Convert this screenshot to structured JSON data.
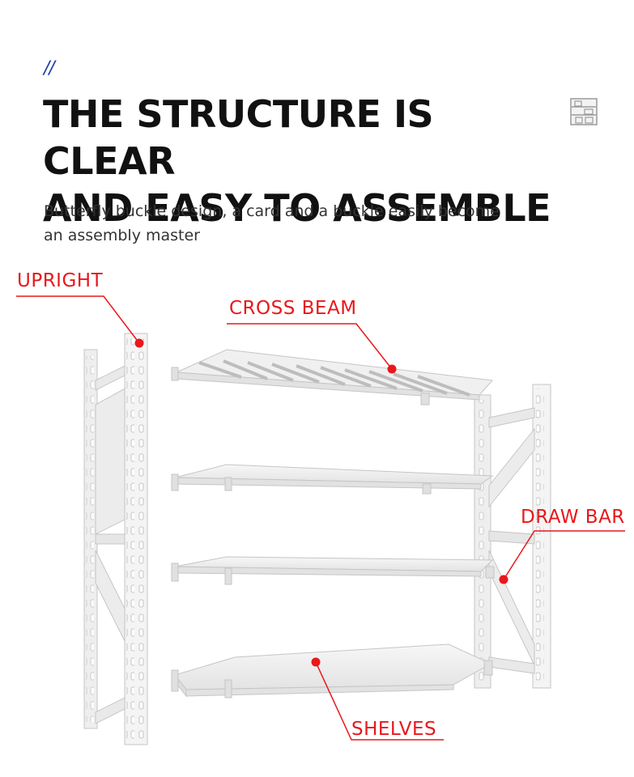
{
  "header": {
    "decoration": "//",
    "headline_line1": "THE STRUCTURE IS CLEAR",
    "headline_line2": "AND EASY TO ASSEMBLE",
    "subtitle_line1": "Butterfly buckle design, a card and a buckle easily become",
    "subtitle_line2": "an assembly master",
    "icon": "shelf-rack-icon"
  },
  "callouts": {
    "upright": "UPRIGHT",
    "cross_beam": "CROSS BEAM",
    "draw_bar": "DRAW BAR",
    "shelves": "SHELVES"
  },
  "colors": {
    "accent": "#e8181b",
    "slashes": "#1f3fa8",
    "rack_metal": "#f2f2f2",
    "rack_outline": "#c8c8c8"
  }
}
